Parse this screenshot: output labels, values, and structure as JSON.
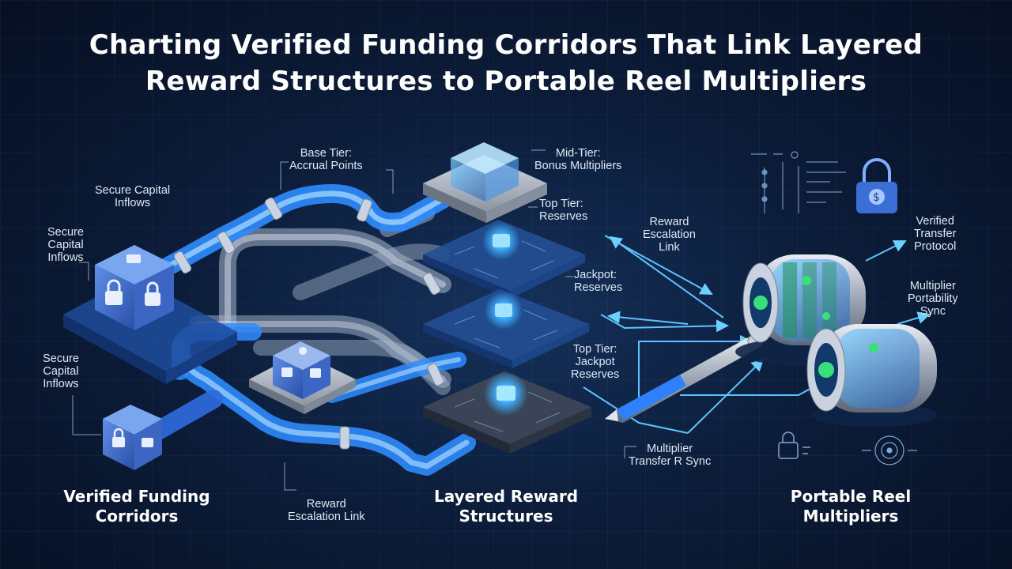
{
  "title": {
    "line1": "Charting Verified Funding Corridors That Link Layered",
    "line2": "Reward Structures to Portable Reel Multipliers"
  },
  "labels": {
    "base_tier": [
      "Base Tier:",
      "Accrual Points"
    ],
    "mid_tier": [
      "Mid-Tier:",
      "Bonus Multipliers"
    ],
    "top_tier_reserves": [
      "Top Tier:",
      "Reserves"
    ],
    "jackpot_reserves": [
      "Jackpot:",
      "Reserves"
    ],
    "top_tier_jackpot": [
      "Top Tier:",
      "Jackpot",
      "Reserves"
    ],
    "secure_capital_1": [
      "Secure Capital",
      "Inflows"
    ],
    "secure_capital_2": [
      "Secure",
      "Capital",
      "Inflows"
    ],
    "secure_capital_3": [
      "Secure",
      "Capital",
      "Inflows"
    ],
    "reward_escalation_right": [
      "Reward",
      "Escalation",
      "Link"
    ],
    "reward_escalation_bottom": [
      "Reward",
      "Escalation Link"
    ],
    "verified_transfer": [
      "Verified",
      "Transfer",
      "Protocol"
    ],
    "multiplier_portability": [
      "Multiplier",
      "Portability",
      "Sync"
    ],
    "multiplier_transfer": [
      "Multiplier",
      "Transfer R Sync"
    ]
  },
  "sections": {
    "funding": [
      "Verified Funding",
      "Corridors"
    ],
    "layered": [
      "Layered Reward",
      "Structures"
    ],
    "portable": [
      "Portable Reel",
      "Multipliers"
    ]
  },
  "icons": [
    "padlock-icon",
    "dollar-padlock-icon",
    "chip-icon",
    "reel-cylinder-icon",
    "stylus-icon",
    "dashboard-panel-icon",
    "target-icon"
  ],
  "colors": {
    "background": "#0b1a34",
    "pipe_blue": "#3aa0ff",
    "pipe_glass": "#b8c6dc",
    "accent_cyan": "#4fc8ff",
    "reel_green": "#39e07a"
  }
}
